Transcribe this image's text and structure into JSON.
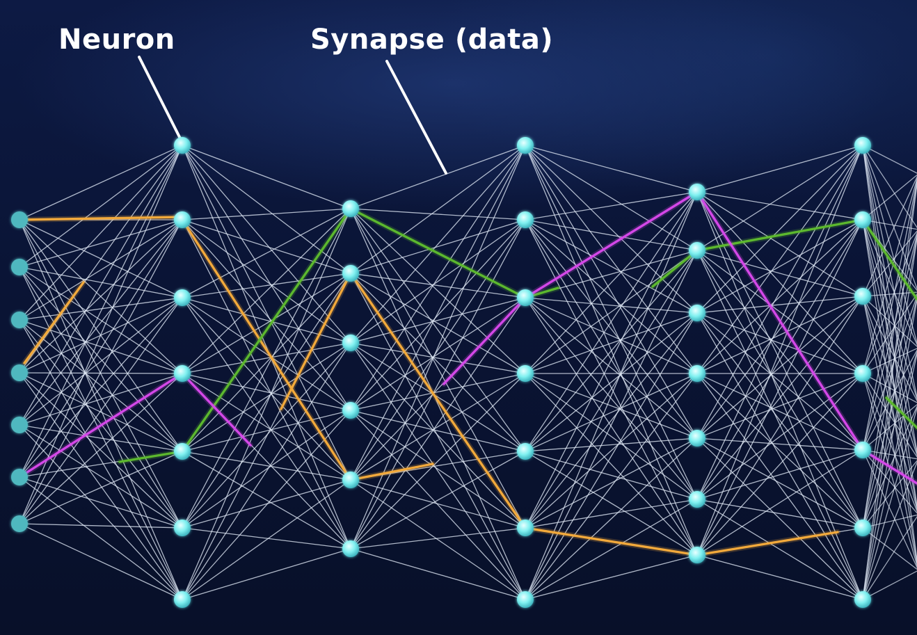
{
  "labels": {
    "neuron": "Neuron",
    "synapse": "Synapse (data)"
  },
  "colors": {
    "background": "#0a1333",
    "neuron": "#7ff0f0",
    "synapse": "#dfe8f5",
    "path_orange": "#f2a93b",
    "path_green": "#5cb82e",
    "path_magenta": "#d447e8",
    "callout": "#ffffff"
  },
  "network": {
    "layer_sizes": [
      7,
      7,
      6,
      7,
      7,
      7
    ]
  }
}
